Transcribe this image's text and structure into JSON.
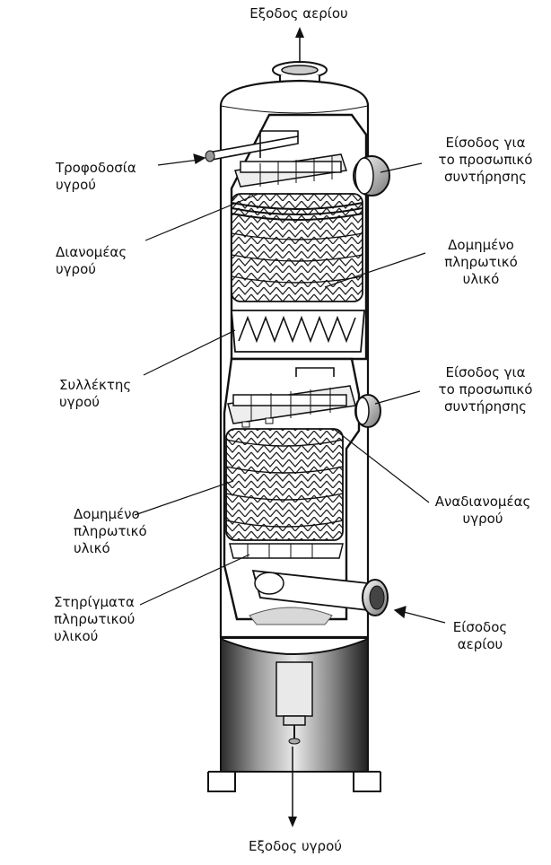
{
  "labels": {
    "gas_outlet": "Εξοδος αερίου",
    "liquid_feed": [
      "Τροφοδοσία",
      "υγρού"
    ],
    "liquid_distributor": [
      "Διανομέας",
      "υγρού"
    ],
    "liquid_collector": [
      "Συλλέκτης",
      "υγρού"
    ],
    "structured_packing_lower": [
      "Δομημένο",
      "πληρωτικό",
      "υλικό"
    ],
    "packing_supports": [
      "Στηρίγματα",
      "πληρωτικού",
      "υλικού"
    ],
    "manway_upper": [
      "Είσοδος για",
      "το προσωπικό",
      "συντήρησης"
    ],
    "structured_packing_upper": [
      "Δομημένο",
      "πληρωτικό",
      "υλικό"
    ],
    "manway_lower": [
      "Είσοδος για",
      "το προσωπικό",
      "συντήρησης"
    ],
    "liquid_redistributor": [
      "Αναδιανομέας",
      "υγρού"
    ],
    "gas_inlet": [
      "Είσοδος",
      "αερίου"
    ],
    "liquid_outlet": "Εξοδος υγρού"
  }
}
